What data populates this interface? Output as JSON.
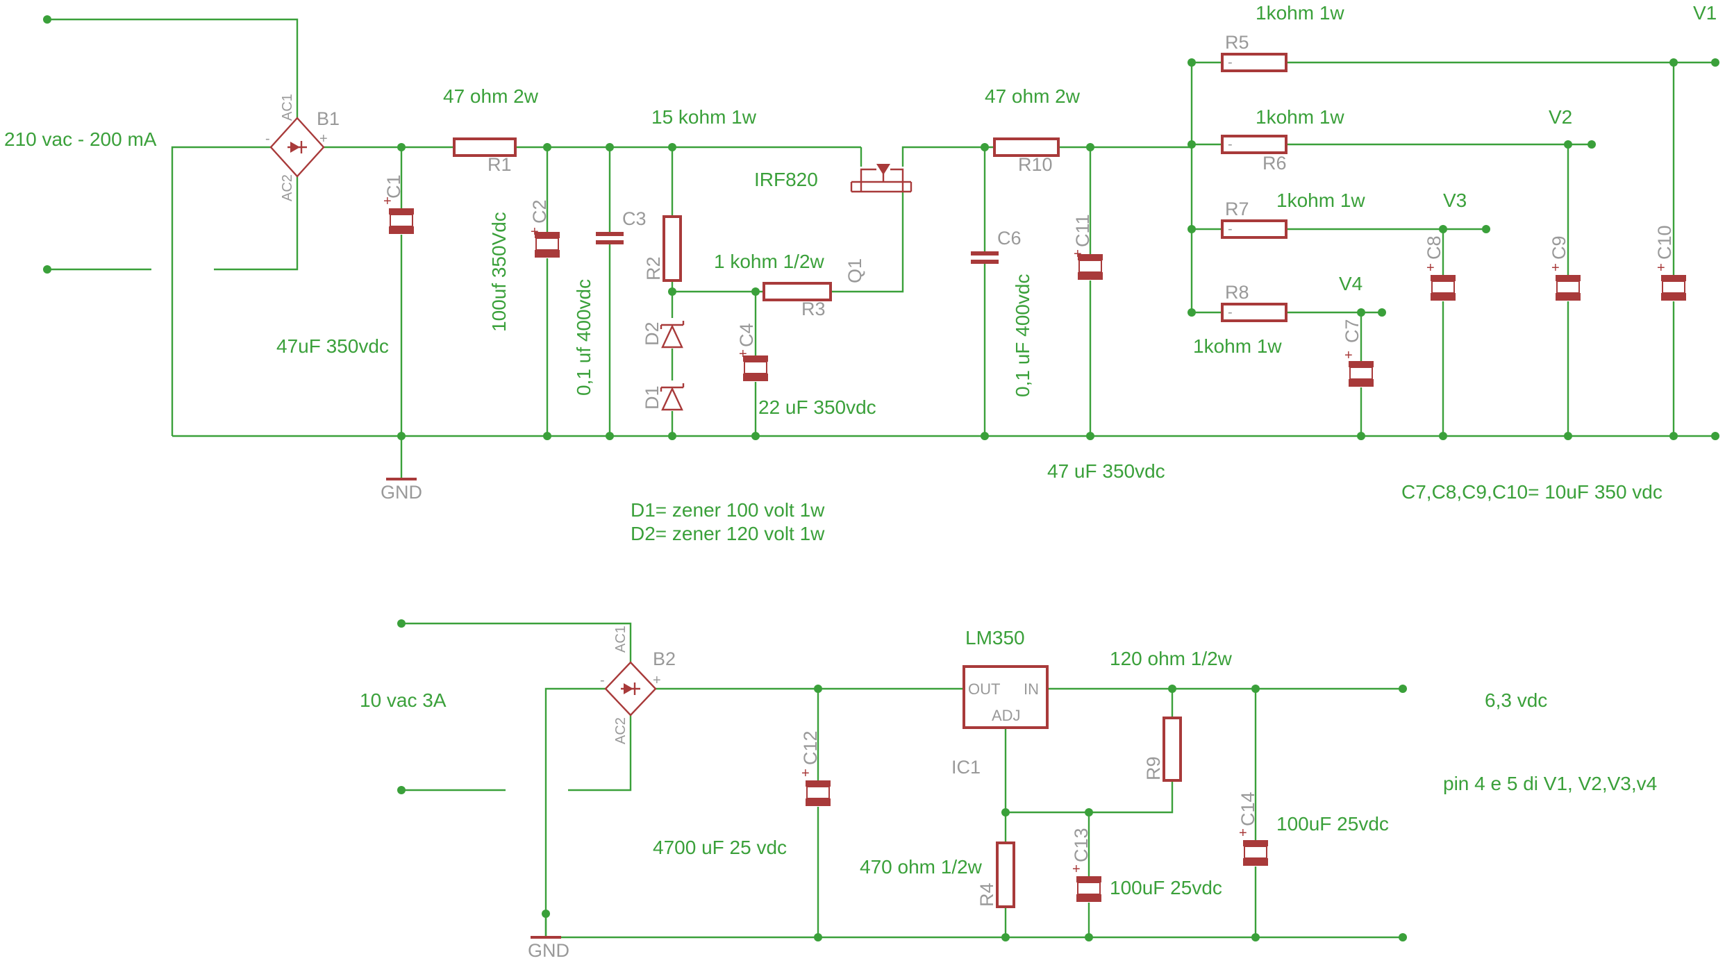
{
  "colors": {
    "wire": "#3aa03a",
    "component": "#a83a3a",
    "reference": "#999999",
    "background": "#ffffff"
  },
  "top": {
    "input": "210 vac - 200 mA",
    "b1": {
      "ref": "B1",
      "ac1": "AC1",
      "ac2": "AC2",
      "minus": "-",
      "plus": "+"
    },
    "c1": {
      "ref": "C1",
      "value": "47uF 350vdc"
    },
    "gnd": "GND",
    "r1": {
      "ref": "R1",
      "value": "47 ohm 2w"
    },
    "c2": {
      "ref": "C2",
      "value": "100uf 350Vdc"
    },
    "c3": {
      "ref": "C3",
      "value": "0,1 uf 400vdc"
    },
    "r2": {
      "ref": "R2",
      "value": "15 kohm 1w"
    },
    "d2": {
      "ref": "D2"
    },
    "d1": {
      "ref": "D1"
    },
    "c4": {
      "ref": "C4",
      "value": "22 uF 350vdc"
    },
    "r3": {
      "ref": "R3",
      "value": "1 kohm 1/2w"
    },
    "q1": {
      "ref": "Q1",
      "value": "IRF820"
    },
    "r10": {
      "ref": "R10",
      "value": "47 ohm 2w"
    },
    "c6": {
      "ref": "C6",
      "value": "0,1 uF 400vdc"
    },
    "c11": {
      "ref": "C11",
      "value": "47 uF 350vdc"
    },
    "r5": {
      "ref": "R5",
      "value": "1kohm 1w"
    },
    "r6": {
      "ref": "R6",
      "value": "1kohm 1w"
    },
    "r7": {
      "ref": "R7",
      "value": "1kohm 1w"
    },
    "r8": {
      "ref": "R8",
      "value": "1kohm 1w"
    },
    "outputs": {
      "v1": "V1",
      "v2": "V2",
      "v3": "V3",
      "v4": "V4"
    },
    "c7": {
      "ref": "C7"
    },
    "c8": {
      "ref": "C8"
    },
    "c9": {
      "ref": "C9"
    },
    "c10": {
      "ref": "C10"
    },
    "note_caps": "C7,C8,C9,C10= 10uF 350 vdc",
    "note_d1": "D1= zener 100 volt 1w",
    "note_d2": "D2= zener 120 volt 1w"
  },
  "bottom": {
    "input": "10 vac 3A",
    "b2": {
      "ref": "B2",
      "ac1": "AC1",
      "ac2": "AC2",
      "minus": "-",
      "plus": "+"
    },
    "gnd": "GND",
    "c12": {
      "ref": "C12",
      "value": "4700 uF 25 vdc"
    },
    "ic1": {
      "ref": "IC1",
      "value": "LM350",
      "pin_out": "OUT",
      "pin_in": "IN",
      "pin_adj": "ADJ"
    },
    "r9": {
      "ref": "R9",
      "value": "120 ohm 1/2w"
    },
    "r4": {
      "ref": "R4",
      "value": "470 ohm 1/2w"
    },
    "c13": {
      "ref": "C13",
      "value": "100uF 25vdc"
    },
    "c14": {
      "ref": "C14",
      "value": "100uF 25vdc"
    },
    "output": "6,3 vdc",
    "note": "pin 4 e 5 di V1, V2,V3,v4"
  }
}
